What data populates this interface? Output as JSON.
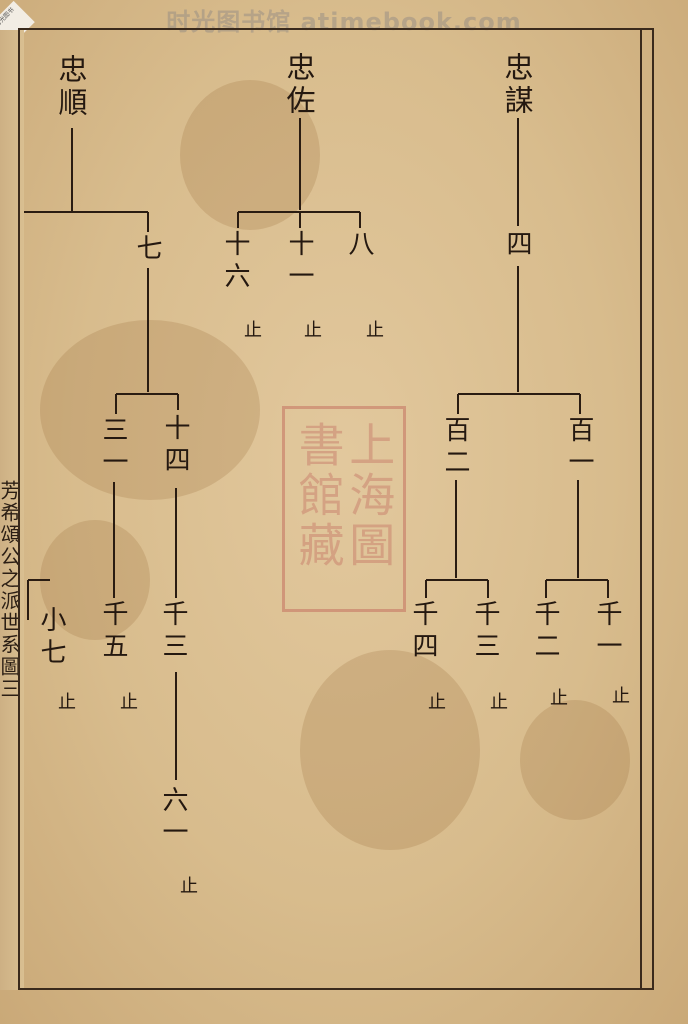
{
  "watermark": "时光图书馆 atimebook.com",
  "corner_label": "时光图书",
  "margin_text": "芳希頌公之派世系圖三",
  "seal_text": "上海圖書館藏",
  "tree": {
    "col_right": {
      "root": "忠謀",
      "child": "四",
      "grandchildren": [
        "百一",
        "百二"
      ],
      "great": [
        "千一",
        "千二",
        "千三",
        "千四"
      ],
      "stop": "止"
    },
    "col_mid": {
      "root": "忠佐",
      "children": [
        "八",
        "十一",
        "十六"
      ],
      "stop": "止"
    },
    "col_left": {
      "root": "忠順",
      "child": "七",
      "grandchildren": [
        "十四",
        "三一"
      ],
      "great": [
        "千三",
        "千五",
        "小七"
      ],
      "deep": "六一",
      "stop": "止"
    }
  }
}
